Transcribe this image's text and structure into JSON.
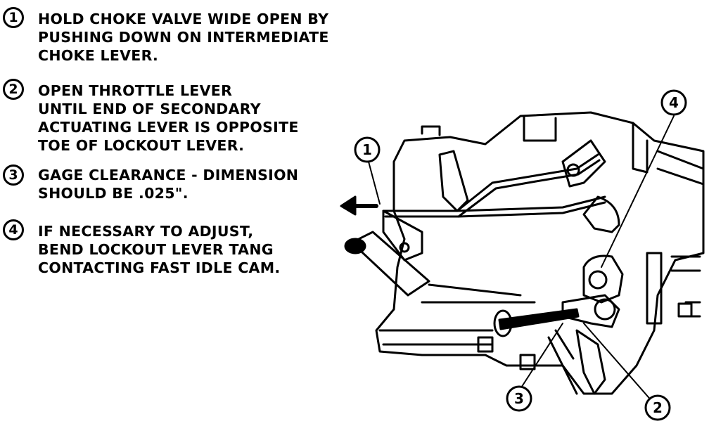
{
  "steps": [
    {
      "number": "1",
      "lines": [
        "HOLD CHOKE VALVE  WIDE OPEN BY",
        "PUSHING DOWN ON INTERMEDIATE",
        "CHOKE LEVER."
      ]
    },
    {
      "number": "2",
      "lines": [
        "OPEN THROTTLE LEVER",
        "UNTIL END OF SECONDARY",
        "ACTUATING LEVER IS OPPOSITE",
        "TOE OF LOCKOUT LEVER."
      ]
    },
    {
      "number": "3",
      "lines": [
        "GAGE CLEARANCE - DIMENSION",
        "SHOULD BE .025\"."
      ]
    },
    {
      "number": "4",
      "lines": [
        "IF NECESSARY TO ADJUST,",
        "BEND LOCKOUT LEVER TANG",
        "CONTACTING FAST IDLE CAM."
      ]
    }
  ],
  "callouts": [
    "1",
    "2",
    "3",
    "4"
  ]
}
